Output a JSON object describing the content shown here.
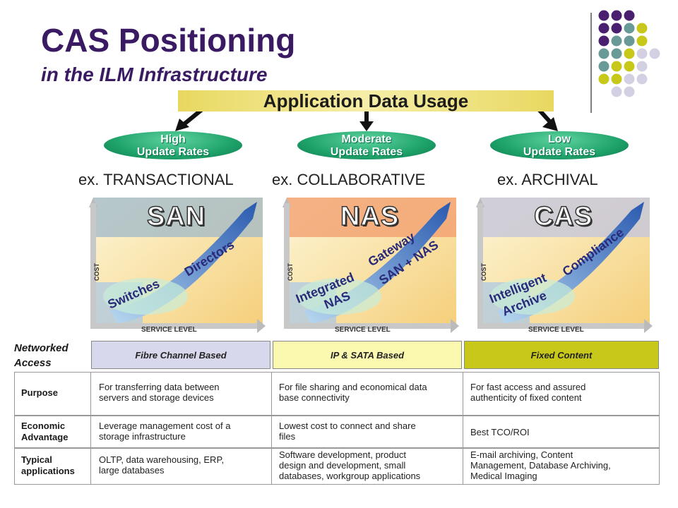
{
  "title": "CAS Positioning",
  "subtitle": "in the ILM Infrastructure",
  "usage_bar": "Application Data Usage",
  "pills": [
    {
      "line1": "High",
      "line2": "Update Rates"
    },
    {
      "line1": "Moderate",
      "line2": "Update Rates"
    },
    {
      "line1": "Low",
      "line2": "Update Rates"
    }
  ],
  "examples": [
    "ex. TRANSACTIONAL",
    "ex. COLLABORATIVE",
    "ex. ARCHIVAL"
  ],
  "diagrams": [
    {
      "label": "SAN",
      "upper_text": "Directors",
      "lower_text": "Switches",
      "band_color": "#9fb8c8"
    },
    {
      "label": "NAS",
      "upper_text": "Gateway",
      "upper_text2": "SAN + NAS",
      "lower_text": "Integrated",
      "lower_text2": "NAS",
      "band_color": "#f2a070"
    },
    {
      "label": "CAS",
      "upper_text": "Compliance",
      "lower_text": "Intelligent",
      "lower_text2": "Archive",
      "band_color": "#c8c8d8"
    }
  ],
  "axis": {
    "cost": "COST",
    "service": "SERVICE LEVEL"
  },
  "table": {
    "net_label_line1": "Networked",
    "net_label_line2": "Access",
    "headers": [
      "Fibre Channel Based",
      "IP & SATA Based",
      "Fixed Content"
    ],
    "header_colors": [
      "#d8d8ec",
      "#fbf8b0",
      "#c8c81a"
    ],
    "rows": [
      {
        "label": "Purpose",
        "cells": [
          [
            "For transferring data between",
            "servers and storage devices"
          ],
          [
            "For file sharing and economical data",
            "base connectivity"
          ],
          [
            "For fast access and assured",
            "authenticity of fixed content"
          ]
        ]
      },
      {
        "label_line1": "Economic",
        "label_line2": "Advantage",
        "cells": [
          [
            "Leverage management cost of a",
            "storage infrastructure"
          ],
          [
            "Lowest cost to connect and share",
            "files"
          ],
          [
            "Best TCO/ROI"
          ]
        ]
      },
      {
        "label_line1": "Typical",
        "label_line2": "applications",
        "cells": [
          [
            "OLTP, data warehousing, ERP,",
            "large databases"
          ],
          [
            "Software development, product",
            "design and development, small",
            "databases, workgroup applications"
          ],
          [
            "E-mail archiving, Content",
            "Management, Database Archiving,",
            "Medical Imaging"
          ]
        ]
      }
    ]
  },
  "colors": {
    "title": "#3a1a63",
    "dot_purple": "#4b1f70",
    "dot_teal": "#6a9a98",
    "dot_yellow": "#c8c81a",
    "dot_lavender": "#d4d0e4"
  }
}
